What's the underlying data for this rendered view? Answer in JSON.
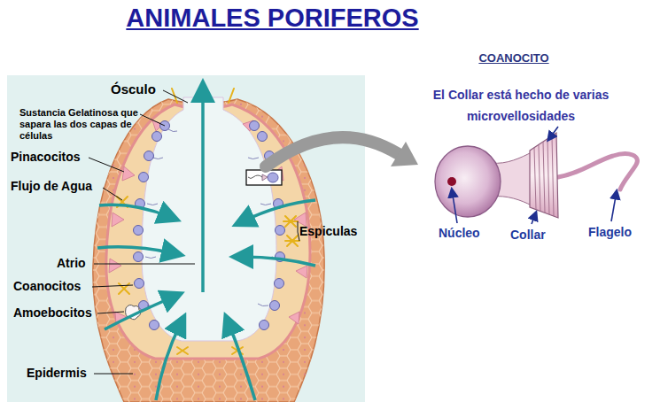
{
  "diagram": {
    "title": "ANIMALES PORIFEROS",
    "labels": [
      "Ósculo",
      "Sustancia Gelatinosa que sapara las dos capas de células",
      "Pinacocitos",
      "Flujo de Agua",
      "Espiculas",
      "Atrio",
      "Coanocitos",
      "Amoebocitos",
      "Epidermis",
      "COANOCITO",
      "El Collar está hecho de varias microvellosidades",
      "Núcleo",
      "Collar",
      "Flagelo"
    ]
  }
}
